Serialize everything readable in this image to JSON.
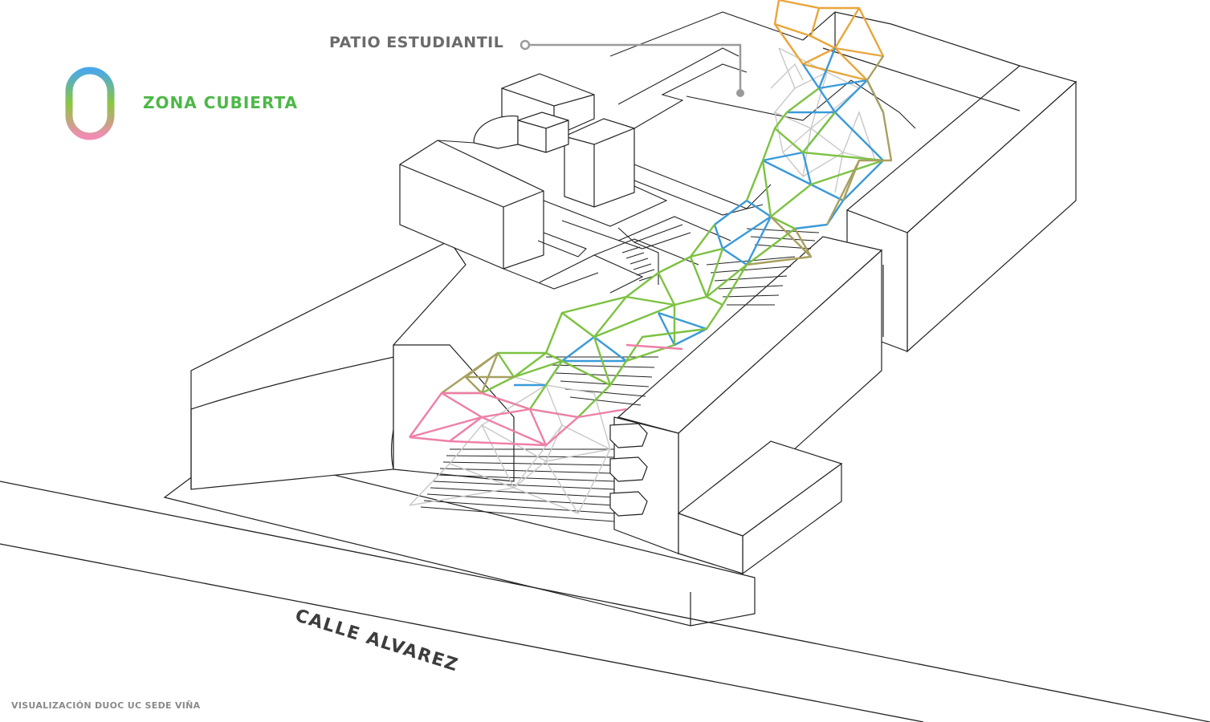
{
  "legend": {
    "number": "0",
    "label": "ZONA CUBIERTA",
    "label_color": "#4db848",
    "gradient": [
      "#4aa8e8",
      "#8cc63f",
      "#f08cb4"
    ]
  },
  "annotations": {
    "patio": "PATIO ESTUDIANTIL",
    "street": "CALLE ALVAREZ"
  },
  "footer": {
    "credit": "VISUALIZACIÓN DUOC UC SEDE VIÑA"
  },
  "colors": {
    "line": "#222222",
    "mesh_orange": "#e8a63c",
    "mesh_blue": "#3a9ad9",
    "mesh_green": "#7cc242",
    "mesh_olive": "#a8a060",
    "mesh_pink": "#ef7fa8",
    "mesh_grey": "#c8c8c8",
    "annotation_grey": "#9a9a9a"
  }
}
